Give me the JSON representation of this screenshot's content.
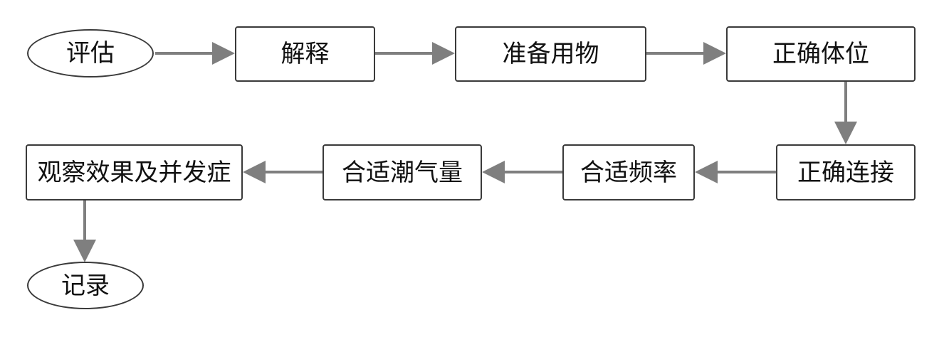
{
  "flowchart": {
    "nodes": [
      {
        "id": "assess",
        "label": "评估",
        "shape": "ellipse"
      },
      {
        "id": "explain",
        "label": "解释",
        "shape": "box"
      },
      {
        "id": "prepare",
        "label": "准备用物",
        "shape": "box"
      },
      {
        "id": "position",
        "label": "正确体位",
        "shape": "box"
      },
      {
        "id": "connect",
        "label": "正确连接",
        "shape": "box"
      },
      {
        "id": "frequency",
        "label": "合适频率",
        "shape": "box"
      },
      {
        "id": "tidal_volume",
        "label": "合适潮气量",
        "shape": "box"
      },
      {
        "id": "observe",
        "label": "观察效果及并发症",
        "shape": "box"
      },
      {
        "id": "record",
        "label": "记录",
        "shape": "ellipse"
      }
    ],
    "edges": [
      {
        "from": "assess",
        "to": "explain"
      },
      {
        "from": "explain",
        "to": "prepare"
      },
      {
        "from": "prepare",
        "to": "position"
      },
      {
        "from": "position",
        "to": "connect"
      },
      {
        "from": "connect",
        "to": "frequency"
      },
      {
        "from": "frequency",
        "to": "tidal_volume"
      },
      {
        "from": "tidal_volume",
        "to": "observe"
      },
      {
        "from": "observe",
        "to": "record"
      }
    ],
    "colors": {
      "arrow": "#7f7f7f",
      "border": "#3a3a3a",
      "text": "#111111"
    }
  }
}
